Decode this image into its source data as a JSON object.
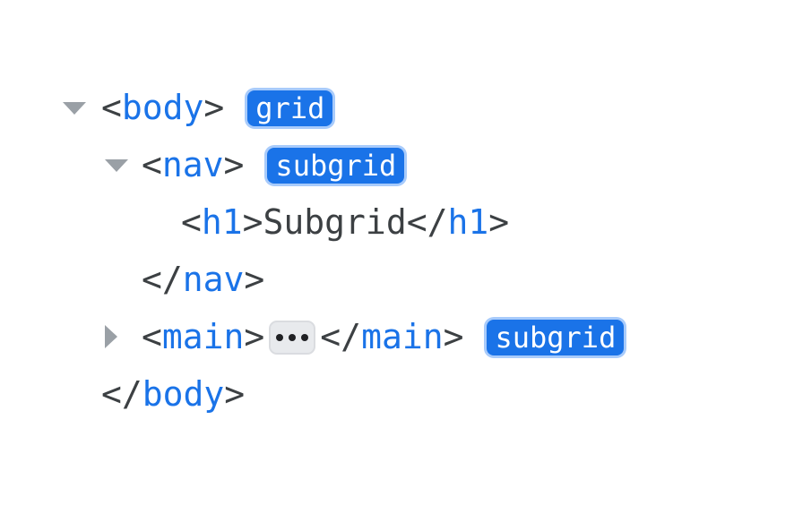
{
  "panel": {
    "name": "dom-tree-inspector",
    "background_color": "#ffffff",
    "tag_color": "#1a73e8",
    "punctuation_color": "#3c4043",
    "badge_color": "#1a73e8",
    "badge_text_color": "#ffffff",
    "badge_halo_color": "#a8cbfb",
    "twisty_color": "#9aa0a6",
    "ellipsis_fill_color": "#e8eaed",
    "ellipsis_border_color": "#dadce0"
  },
  "tree": {
    "lines": [
      {
        "id": "body-open",
        "indent": 0,
        "twisty": "expanded",
        "open_bracket": "<",
        "tag": "body",
        "close_bracket": ">",
        "badge": "grid"
      },
      {
        "id": "nav-open",
        "indent": 1,
        "twisty": "expanded",
        "open_bracket": "<",
        "tag": "nav",
        "close_bracket": ">",
        "badge": "subgrid"
      },
      {
        "id": "h1-element",
        "indent": 2,
        "twisty": "none",
        "open_bracket": "<",
        "tag": "h1",
        "close_bracket": ">",
        "text": "Subgrid",
        "end_open_bracket": "</",
        "end_tag": "h1",
        "end_close_bracket": ">"
      },
      {
        "id": "nav-close",
        "indent": 1,
        "twisty": "none",
        "end_open_bracket": "</",
        "end_tag": "nav",
        "end_close_bracket": ">"
      },
      {
        "id": "main-collapsed",
        "indent": 1,
        "twisty": "collapsed",
        "open_bracket": "<",
        "tag": "main",
        "close_bracket": ">",
        "ellipsis": "...",
        "end_open_bracket": "</",
        "end_tag": "main",
        "end_close_bracket": ">",
        "badge": "subgrid"
      },
      {
        "id": "body-close",
        "indent": 0,
        "twisty": "none",
        "end_open_bracket": "</",
        "end_tag": "body",
        "end_close_bracket": ">"
      }
    ]
  }
}
